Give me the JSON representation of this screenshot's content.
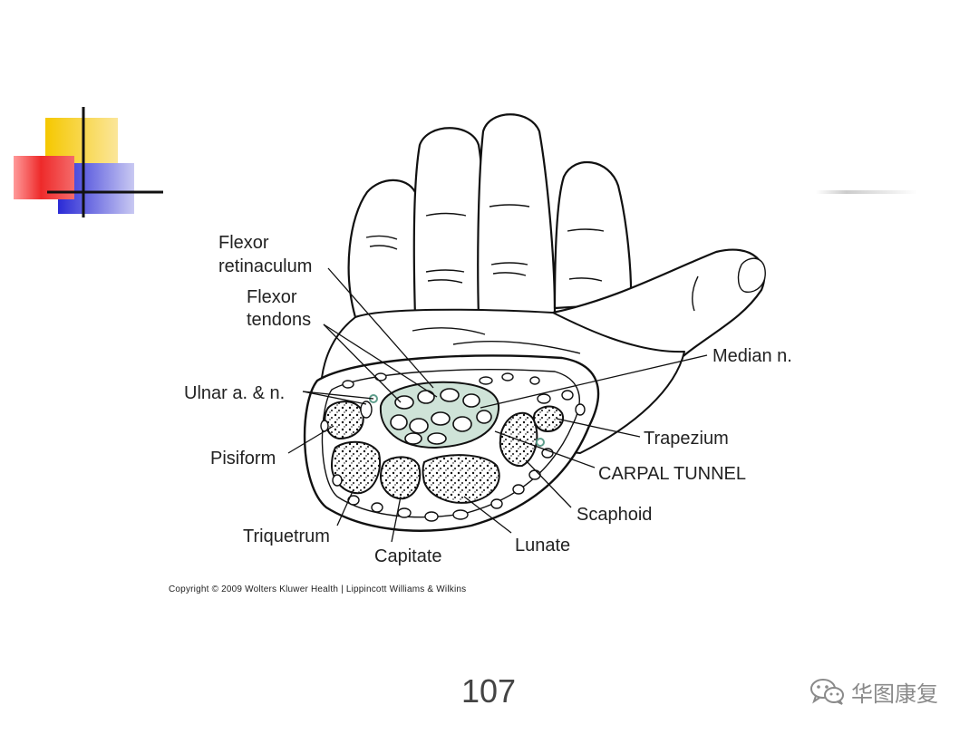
{
  "slide": {
    "page_number": "107",
    "copyright": "Copyright © 2009 Wolters Kluwer Health | Lippincott Williams & Wilkins",
    "watermark": {
      "icon": "wechat-icon",
      "text": "华图康复"
    }
  },
  "diagram": {
    "labels": {
      "flexor_retinaculum_1": "Flexor",
      "flexor_retinaculum_2": "retinaculum",
      "flexor_tendons_1": "Flexor",
      "flexor_tendons_2": "tendons",
      "ulnar": "Ulnar a. & n.",
      "pisiform": "Pisiform",
      "triquetrum": "Triquetrum",
      "capitate": "Capitate",
      "lunate": "Lunate",
      "scaphoid": "Scaphoid",
      "carpal_tunnel": "CARPAL TUNNEL",
      "trapezium": "Trapezium",
      "median": "Median n."
    }
  },
  "colors": {
    "tunnel_fill": "#cfe3d8",
    "nerve_teal": "#5f9e8c",
    "deco_yellow": "#f5c800",
    "deco_red": "#ee2a2a",
    "deco_blue": "#2a2ad6"
  }
}
